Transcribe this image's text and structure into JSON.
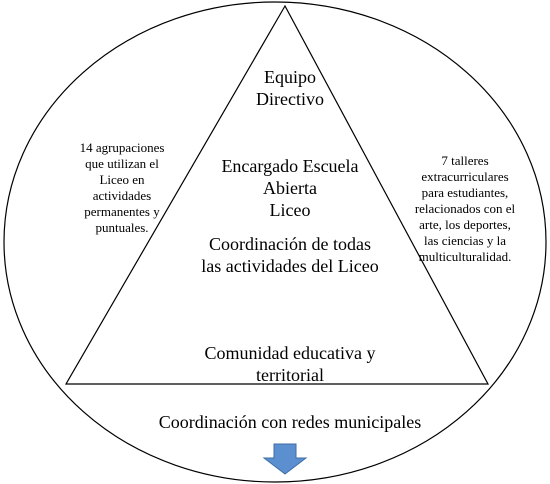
{
  "diagram": {
    "colors": {
      "outline": "#000000",
      "arrow_fill": "#5b8fd0",
      "arrow_stroke": "#3e6ea6",
      "background": "#ffffff"
    },
    "labels": {
      "equipo_directivo": "Equipo\nDirectivo",
      "encargado": "Encargado Escuela\nAbierta\nLiceo",
      "coordinacion_liceo": "Coordinación de todas\nlas actividades del Liceo",
      "comunidad": "Comunidad educativa y\nterritorial",
      "agrupaciones": "14 agrupaciones\nque utilizan el\nLiceo en\nactividades\npermanentes y\npuntuales.",
      "talleres": "7 talleres\nextracurriculares\npara estudiantes,\nrelacionados con el\narte, los deportes,\nlas ciencias y la\nmulticulturalidad.",
      "redes": "Coordinación con redes municipales"
    },
    "icons": {
      "arrow": "down-arrow-icon"
    }
  }
}
